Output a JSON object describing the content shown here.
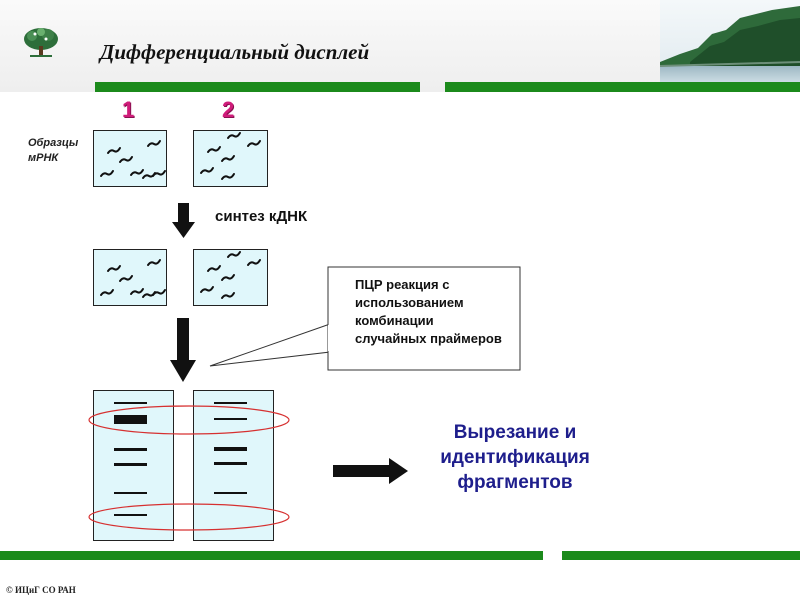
{
  "slide": {
    "title": "Дифференциальный  дисплей",
    "copyright": "© ИЦиГ СО РАН"
  },
  "diagram": {
    "column_labels": [
      "1",
      "2"
    ],
    "row_label": "Образцы мРНК",
    "step_label": "синтез кДНК",
    "callout_text": "ПЦР реакция с использованием комбинации случайных праймеров",
    "result_text": "Вырезание  и идентификация  фрагментов"
  },
  "colors": {
    "accent_green": "#1b8a1b",
    "box_fill": "#e0f7fb",
    "label_magenta": "#d01c7a",
    "result_blue": "#1e1e8c",
    "highlight_red": "#d63030"
  },
  "icons": {
    "logo": "tree-logo-icon",
    "arrows": [
      "arrow-down-icon",
      "arrow-right-icon"
    ]
  }
}
